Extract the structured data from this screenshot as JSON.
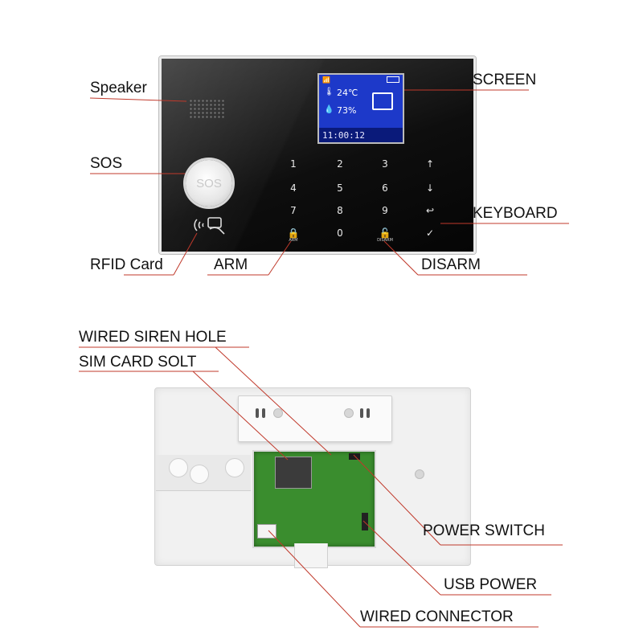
{
  "labels": {
    "speaker": "Speaker",
    "screen": "SCREEN",
    "sos": "SOS",
    "keyboard": "KEYBOARD",
    "rfid": "RFID Card",
    "arm": "ARM",
    "disarm": "DISARM",
    "siren_hole": "WIRED SIREN HOLE",
    "sim_slot": "SIM CARD SOLT",
    "power_switch": "POWER SWITCH",
    "usb_power": "USB POWER",
    "wired_connector": "WIRED CONNECTOR"
  },
  "device": {
    "sos_button": "SOS",
    "lcd": {
      "temperature": "24℃",
      "humidity": "73%",
      "time": "11:00:12"
    },
    "keys": [
      "1",
      "2",
      "3",
      "↑",
      "4",
      "5",
      "6",
      "↓",
      "7",
      "8",
      "9",
      "↩",
      "",
      "0",
      "",
      "✓"
    ],
    "arm_key_label": "ARM",
    "disarm_key_label": "DISARM"
  },
  "colors": {
    "leader_line": "#c0392b",
    "lcd_background": "#1d39c9"
  }
}
